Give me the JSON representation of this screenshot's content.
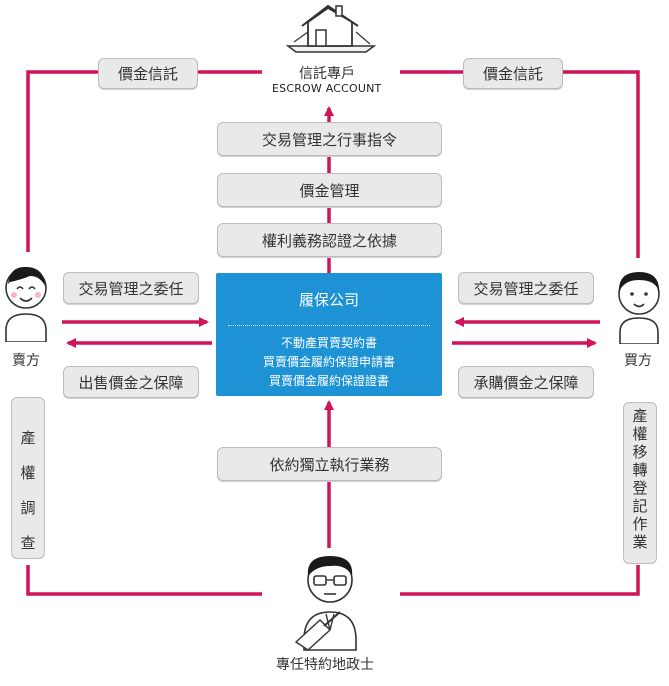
{
  "escrow": {
    "title": "信託專戶",
    "subtitle": "ESCROW ACCOUNT"
  },
  "top_left_label": "價金信託",
  "top_right_label": "價金信託",
  "center_stack": [
    "交易管理之行事指令",
    "價金管理",
    "權利義務認證之依據"
  ],
  "company": {
    "title": "履保公司",
    "lines": [
      "不動產買賣契約書",
      "買賣價金履約保證申請書",
      "買賣價金履約保證證書"
    ]
  },
  "seller": {
    "name": "賣方",
    "commission": "交易管理之委任",
    "guarantee": "出售價金之保障",
    "side_task": [
      "產",
      "權",
      "調",
      "查"
    ]
  },
  "buyer": {
    "name": "買方",
    "commission": "交易管理之委任",
    "guarantee": "承購價金之保障",
    "side_task": [
      "產",
      "權",
      "移",
      "轉",
      "登",
      "記",
      "作",
      "業"
    ]
  },
  "agent": {
    "name": "專任特約地政士",
    "task": "依約獨立執行業務"
  },
  "colors": {
    "line": "#d0145a",
    "center": "#1d93d6",
    "pill": "#e9e9e9"
  }
}
